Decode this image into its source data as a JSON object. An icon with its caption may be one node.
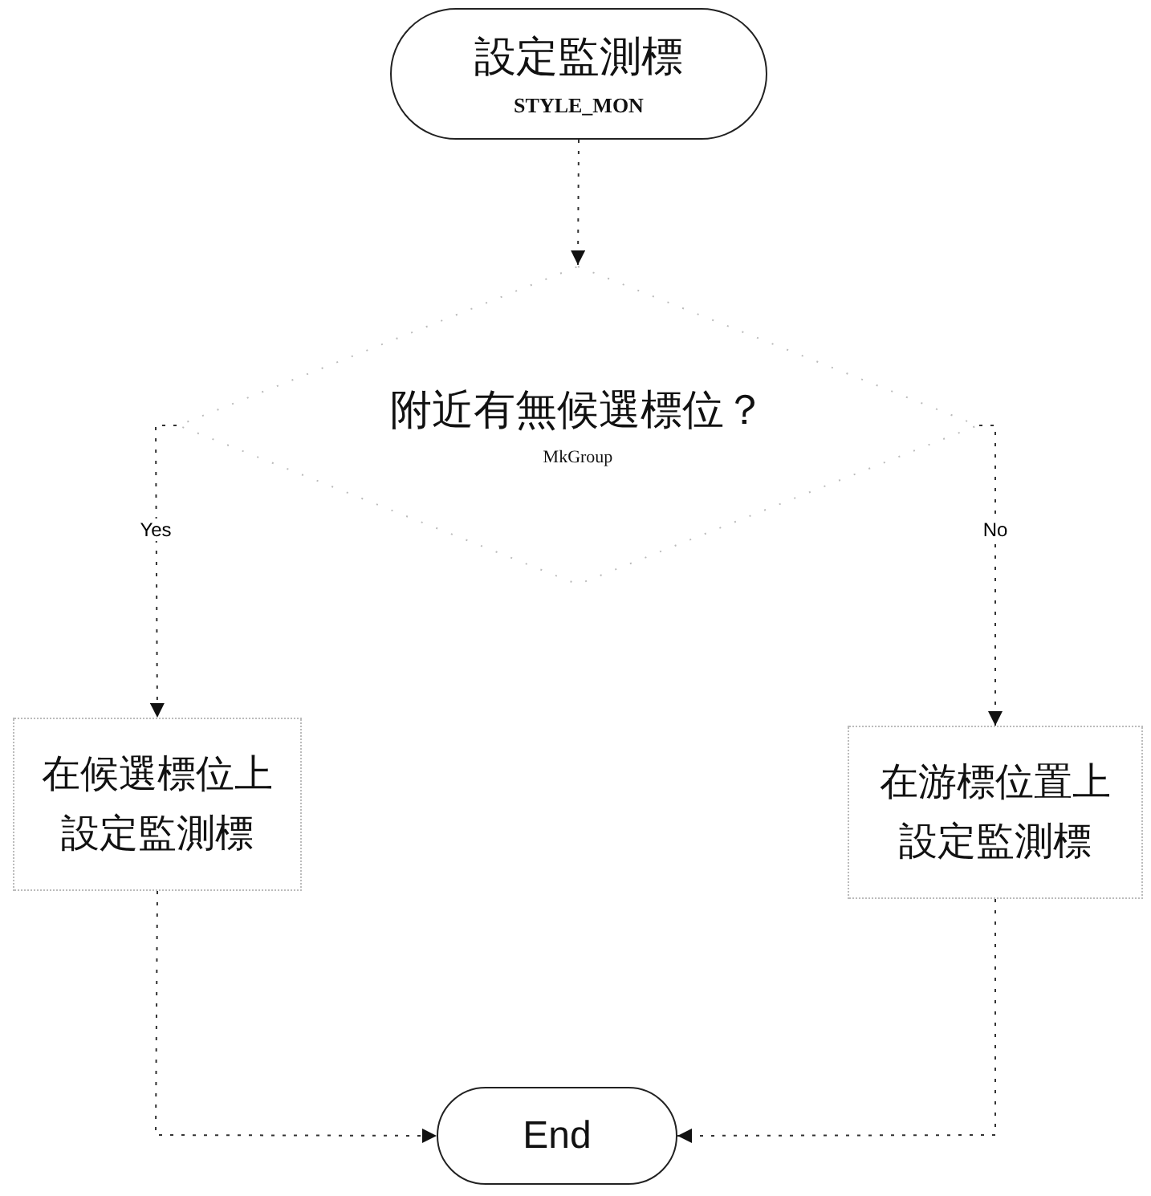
{
  "diagram": {
    "nodes": [
      {
        "text": [
          "設定監測標",
          "STYLE_MON"
        ]
      },
      {
        "text": [
          "附近有無候選標位？",
          "MkGroup"
        ]
      },
      {
        "text": [
          "在候選標位上設定監測標"
        ]
      },
      {
        "text": [
          "在游標位置上設定監測標"
        ]
      },
      {
        "text": [
          "End"
        ]
      }
    ],
    "edges": [
      {
        "from": 0,
        "to": 1,
        "arrow": "to"
      },
      {
        "from": 1,
        "to": 2,
        "arrow": "to",
        "label": "Yes"
      },
      {
        "from": 1,
        "to": 3,
        "arrow": "to",
        "label": "No"
      },
      {
        "from": 2,
        "to": 4,
        "arrow": "to"
      },
      {
        "from": 3,
        "to": 4,
        "arrow": "to"
      }
    ]
  }
}
